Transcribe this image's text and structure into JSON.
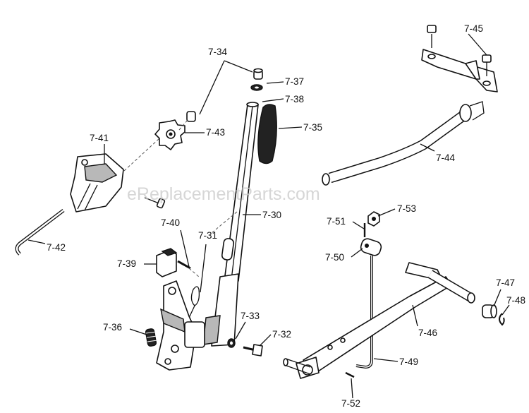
{
  "watermark": "eReplacementParts.com",
  "callouts": [
    {
      "id": "c7-34",
      "text": "7-34"
    },
    {
      "id": "c7-37",
      "text": "7-37"
    },
    {
      "id": "c7-38",
      "text": "7-38"
    },
    {
      "id": "c7-35",
      "text": "7-35"
    },
    {
      "id": "c7-43",
      "text": "7-43"
    },
    {
      "id": "c7-41",
      "text": "7-41"
    },
    {
      "id": "c7-30",
      "text": "7-30"
    },
    {
      "id": "c7-40",
      "text": "7-40"
    },
    {
      "id": "c7-31",
      "text": "7-31"
    },
    {
      "id": "c7-39",
      "text": "7-39"
    },
    {
      "id": "c7-42",
      "text": "7-42"
    },
    {
      "id": "c7-36",
      "text": "7-36"
    },
    {
      "id": "c7-33",
      "text": "7-33"
    },
    {
      "id": "c7-32",
      "text": "7-32"
    },
    {
      "id": "c7-45",
      "text": "7-45"
    },
    {
      "id": "c7-44",
      "text": "7-44"
    },
    {
      "id": "c7-51",
      "text": "7-51"
    },
    {
      "id": "c7-53",
      "text": "7-53"
    },
    {
      "id": "c7-50",
      "text": "7-50"
    },
    {
      "id": "c7-46",
      "text": "7-46"
    },
    {
      "id": "c7-47",
      "text": "7-47"
    },
    {
      "id": "c7-48",
      "text": "7-48"
    },
    {
      "id": "c7-49",
      "text": "7-49"
    },
    {
      "id": "c7-52",
      "text": "7-52"
    }
  ]
}
